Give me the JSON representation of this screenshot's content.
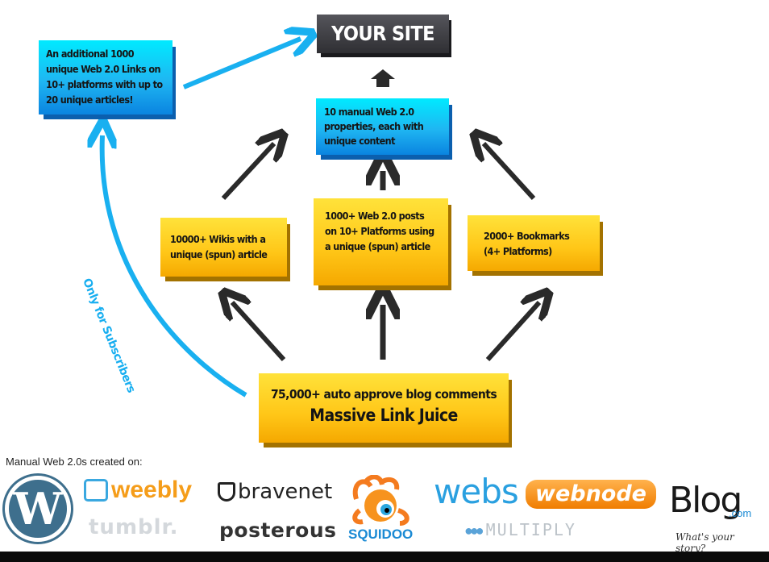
{
  "nodes": {
    "your_site": "YOUR SITE",
    "web20_links": "An additional 1000 unique Web 2.0 Links on 10+ platforms with up to 20 unique articles!",
    "manual_properties": "10 manual Web 2.0 properties, each with unique content",
    "wikis": "10000+ Wikis with a unique (spun) article",
    "web20_posts": "1000+ Web 2.0 posts on 10+ Platforms using a unique (spun) article",
    "bookmarks": "2000+ Bookmarks (4+ Platforms)",
    "blog_comments_line1": "75,000+ auto approve blog comments",
    "blog_comments_line2": "Massive Link Juice"
  },
  "side_label": "Only for Subscribers",
  "caption": "Manual Web 2.0s created on:",
  "logos": {
    "wordpress": "W",
    "weebly": "weebly",
    "tumblr": "tumblr.",
    "bravenet": "bravenet",
    "posterous": "posterous",
    "squidoo": "SQUIDOO",
    "webs": "webs",
    "webnode": "webnode",
    "multiply": "MULTIPLY",
    "blog": "Blog",
    "blog_com": ".com",
    "blog_tagline": "What's your story?"
  },
  "colors": {
    "blue_box": "#1fb6f2",
    "yellow_box": "#ffc617",
    "site_box": "#3f3f44",
    "arrow_dark": "#2a2a2a",
    "arrow_blue": "#19b0f0"
  }
}
